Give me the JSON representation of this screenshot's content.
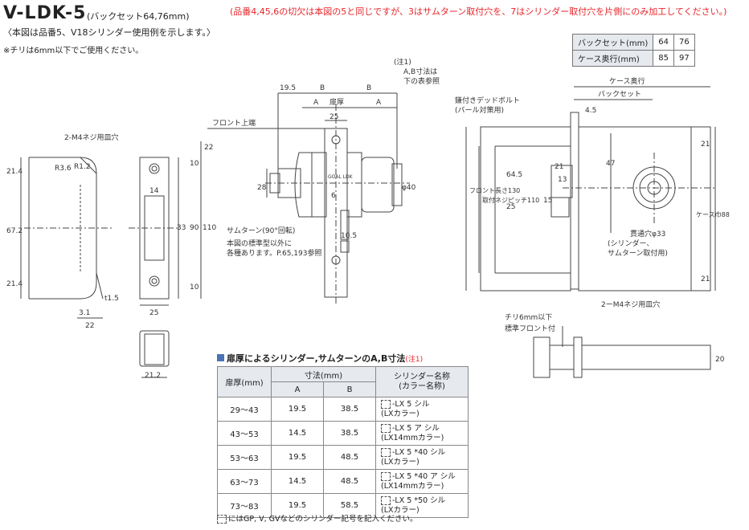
{
  "header": {
    "title": "V-LDK-5",
    "title_sub": "(バックセット64,76mm)",
    "red_note": "(品番4,45,6の切欠は本図の5と同じですが、3はサムターン取付穴を、7はシリンダー取付穴を片側にのみ加工してください。)",
    "subtitle": "〈本図は品番5、V18シリンダー使用例を示します。〉",
    "chiri_note": "※チリは6mm以下でご使用ください。"
  },
  "spec_table": {
    "rows": [
      {
        "label": "バックセット(mm)",
        "v64": "64",
        "v76": "76"
      },
      {
        "label": "ケース奥行(mm)",
        "v64": "85",
        "v76": "97"
      }
    ]
  },
  "cylinder_table": {
    "title": "扉厚によるシリンダー,サムターンのA,B寸法",
    "title_note": "(注1)",
    "headers": {
      "thickness": "扉厚(mm)",
      "dims": "寸法(mm)",
      "a": "A",
      "b": "B",
      "name": "シリンダー名称",
      "name_sub": "(カラー名称)"
    },
    "rows": [
      {
        "thickness": "29～43",
        "a": "19.5",
        "b": "38.5",
        "name": "-LX 5 シル",
        "color": "(LXカラー)"
      },
      {
        "thickness": "43～53",
        "a": "14.5",
        "b": "38.5",
        "name": "-LX 5 ア シル",
        "color": "(LX14mmカラー)"
      },
      {
        "thickness": "53～63",
        "a": "19.5",
        "b": "48.5",
        "name": "-LX 5 *40 シル",
        "color": "(LXカラー)"
      },
      {
        "thickness": "63～73",
        "a": "14.5",
        "b": "48.5",
        "name": "-LX 5 *40 ア シル",
        "color": "(LX14mmカラー)"
      },
      {
        "thickness": "73～83",
        "a": "19.5",
        "b": "58.5",
        "name": "-LX 5 *50 シル",
        "color": "(LXカラー)"
      }
    ],
    "footnote": "にはGP, V, GVなどのシリンダー記号を記入ください。"
  },
  "drawing_labels": {
    "left": {
      "screw_hole": "2-M4ネジ用皿穴",
      "r36": "R3.6",
      "r12": "R1.2",
      "d214a": "21.4",
      "d672": "67.2",
      "d214b": "21.4",
      "d14": "14",
      "d33": "33",
      "d90": "90",
      "d110": "110",
      "d10a": "10",
      "d10b": "10",
      "d22": "22",
      "d25": "25",
      "d31": "3.1",
      "t15": "t1.5",
      "d22b": "22",
      "d212": "21.2"
    },
    "center": {
      "note1": "(注1)",
      "ab_note1": "A,B寸法は",
      "ab_note2": "下の表参照",
      "d195": "19.5",
      "b1": "B",
      "b2": "B",
      "a1": "A",
      "a2": "A",
      "door": "扉厚",
      "front_top": "フロント上端",
      "d25": "25",
      "d28": "28",
      "d6": "6",
      "d105": "10.5",
      "phi40": "φ40",
      "thumbturn": "サムターン(90°回転)",
      "std1": "本図の標準型以外に",
      "std2": "各種あります。P.65,193参照",
      "logo": "GOAL LDK"
    },
    "right": {
      "case_depth": "ケース奥行",
      "backset": "バックセット",
      "bolt1": "鎌付きデッドボルト",
      "bolt2": "(バール対策用)",
      "d45": "4.5",
      "d21": "21",
      "d13": "13",
      "d47": "47",
      "d645": "64.5",
      "d15": "15",
      "d25": "25",
      "front_len": "フロント長さ130",
      "screw_pitch": "取付ネジピッチ110",
      "case_width": "ケース巾88",
      "d21a": "21",
      "d21b": "21",
      "hole": "貫通穴φ33",
      "hole_sub1": "(シリンダー、",
      "hole_sub2": "サムターン取付用)",
      "screw_hole": "2ーM4ネジ用皿穴",
      "chiri1": "チリ6mm以下",
      "chiri2": "標準フロント付",
      "d20": "20"
    }
  },
  "colors": {
    "accent": "#4a74b5",
    "red": "#e8252b",
    "line": "#444444"
  }
}
